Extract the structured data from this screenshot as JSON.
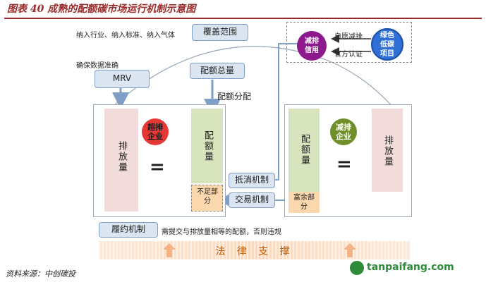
{
  "title": "图表 40   成熟的配额碳市场运行机制示意图",
  "top": {
    "industries_text": "纳入行业、纳入标准、纳入气体",
    "coverage_label": "覆盖范围",
    "ensure_text": "确保数据准确",
    "mrv_label": "MRV",
    "total_quota_label": "配额总量",
    "quota_allocation_label": "配额分配"
  },
  "offset_box": {
    "reduction_credit": "减排信用",
    "voluntary_text": "自愿减排",
    "official_text": "官方认证",
    "green_project": "绿色低碳项目"
  },
  "left_panel": {
    "emission_label": "排放量",
    "company_label": "超排企业",
    "equals": "=",
    "quota_label": "配额量",
    "shortage_label": "不足部分"
  },
  "right_panel": {
    "quota_label": "配额量",
    "equals": "=",
    "company_label": "减排企业",
    "emission_label": "排放量",
    "surplus_label": "富余部分"
  },
  "mechanisms": {
    "offset": "抵消机制",
    "trading": "交易机制",
    "compliance": "履约机制",
    "compliance_text": "需提交与排放量相等的配额，否则违规"
  },
  "law_support": "法 律 支 撑",
  "source": "资料来源：中创碳投",
  "watermark": "tanpaifang.com",
  "colors": {
    "title": "#9b2a2a",
    "button_fill": "#dbe5f1",
    "pink": "#f2dcdb",
    "green": "#d7e4bd",
    "orange": "#fad7ac",
    "red_circle": "#e53935",
    "green_circle": "#6f8f2a",
    "blue_circle": "#2f6fd6",
    "law_text": "#c05a00"
  }
}
